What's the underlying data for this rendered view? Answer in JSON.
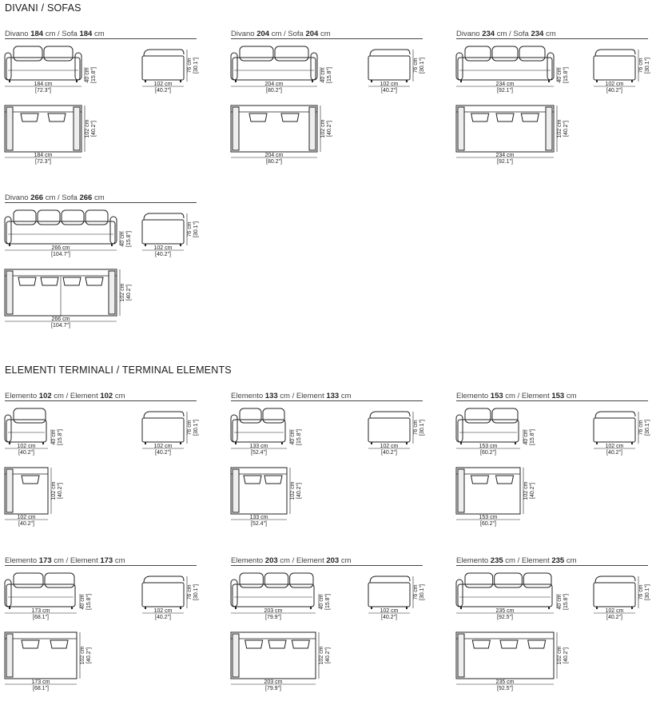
{
  "sections": {
    "sofas_title": "DIVANI / SOFAS",
    "terminals_title": "ELEMENTI TERMINALI / TERMINAL ELEMENTS"
  },
  "sofas": [
    {
      "prefix": "Divano",
      "size": "184",
      "mid": "cm / Sofa",
      "size2": "184",
      "unit": "cm",
      "width_cm": "184 cm",
      "width_in": "[72.3\"]",
      "depth_cm": "102 cm",
      "depth_in": "[40.2\"]",
      "seat_h_cm": "40 cm",
      "seat_h_in": "[15.8\"]",
      "height_cm": "76 cm",
      "height_in": "[30.1\"]"
    },
    {
      "prefix": "Divano",
      "size": "204",
      "mid": "cm / Sofa",
      "size2": "204",
      "unit": "cm",
      "width_cm": "204 cm",
      "width_in": "[80.2\"]",
      "depth_cm": "102 cm",
      "depth_in": "[40.2\"]",
      "seat_h_cm": "40 cm",
      "seat_h_in": "[15.8\"]",
      "height_cm": "76 cm",
      "height_in": "[30.1\"]"
    },
    {
      "prefix": "Divano",
      "size": "234",
      "mid": "cm / Sofa",
      "size2": "234",
      "unit": "cm",
      "width_cm": "234 cm",
      "width_in": "[92.1\"]",
      "depth_cm": "102 cm",
      "depth_in": "[40.2\"]",
      "seat_h_cm": "40 cm",
      "seat_h_in": "[15.8\"]",
      "height_cm": "76 cm",
      "height_in": "[30.1\"]"
    },
    {
      "prefix": "Divano",
      "size": "266",
      "mid": "cm / Sofa",
      "size2": "266",
      "unit": "cm",
      "width_cm": "266 cm",
      "width_in": "[104.7\"]",
      "depth_cm": "102 cm",
      "depth_in": "[40.2\"]",
      "seat_h_cm": "40 cm",
      "seat_h_in": "[15.8\"]",
      "height_cm": "76 cm",
      "height_in": "[30.1\"]"
    }
  ],
  "elements": [
    {
      "prefix": "Elemento",
      "size": "102",
      "mid": "cm / Element",
      "size2": "102",
      "unit": "cm",
      "width_cm": "102 cm",
      "width_in": "[40.2\"]",
      "depth_cm": "102 cm",
      "depth_in": "[40.2\"]",
      "seat_h_cm": "40 cm",
      "seat_h_in": "[15.8\"]",
      "height_cm": "76 cm",
      "height_in": "[30.1\"]"
    },
    {
      "prefix": "Elemento",
      "size": "133",
      "mid": "cm / Element",
      "size2": "133",
      "unit": "cm",
      "width_cm": "133 cm",
      "width_in": "[52.4\"]",
      "depth_cm": "102 cm",
      "depth_in": "[40.2\"]",
      "seat_h_cm": "40 cm",
      "seat_h_in": "[15.8\"]",
      "height_cm": "76 cm",
      "height_in": "[30.1\"]"
    },
    {
      "prefix": "Elemento",
      "size": "153",
      "mid": "cm / Element",
      "size2": "153",
      "unit": "cm",
      "width_cm": "153 cm",
      "width_in": "[60.2\"]",
      "depth_cm": "102 cm",
      "depth_in": "[40.2\"]",
      "seat_h_cm": "40 cm",
      "seat_h_in": "[15.8\"]",
      "height_cm": "76 cm",
      "height_in": "[30.1\"]"
    },
    {
      "prefix": "Elemento",
      "size": "173",
      "mid": "cm / Element",
      "size2": "173",
      "unit": "cm",
      "width_cm": "173 cm",
      "width_in": "[68.1\"]",
      "depth_cm": "102 cm",
      "depth_in": "[40.2\"]",
      "seat_h_cm": "40 cm",
      "seat_h_in": "[15.8\"]",
      "height_cm": "76 cm",
      "height_in": "[30.1\"]"
    },
    {
      "prefix": "Elemento",
      "size": "203",
      "mid": "cm / Element",
      "size2": "203",
      "unit": "cm",
      "width_cm": "203 cm",
      "width_in": "[79.9\"]",
      "depth_cm": "102 cm",
      "depth_in": "[40.2\"]",
      "seat_h_cm": "40 cm",
      "seat_h_in": "[15.8\"]",
      "height_cm": "76 cm",
      "height_in": "[30.1\"]"
    },
    {
      "prefix": "Elemento",
      "size": "235",
      "mid": "cm / Element",
      "size2": "235",
      "unit": "cm",
      "width_cm": "235 cm",
      "width_in": "[92.5\"]",
      "depth_cm": "102 cm",
      "depth_in": "[40.2\"]",
      "seat_h_cm": "40 cm",
      "seat_h_in": "[15.8\"]",
      "height_cm": "76 cm",
      "height_in": "[30.1\"]"
    }
  ]
}
